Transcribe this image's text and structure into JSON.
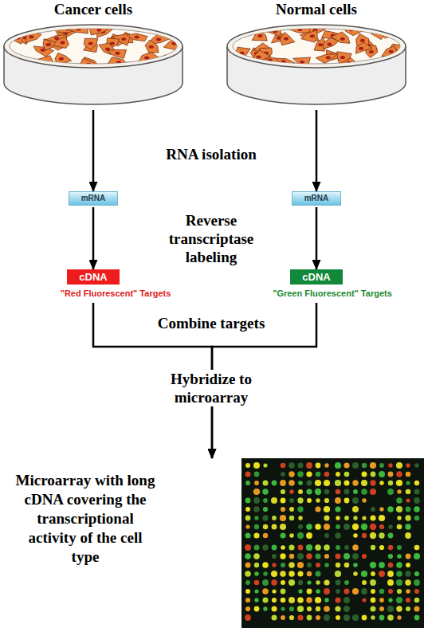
{
  "diagram": {
    "nodes": [
      {
        "text": [
          "Cancer cells"
        ]
      },
      {
        "text": [
          "Normal cells"
        ]
      },
      {
        "text": [
          "mRNA"
        ]
      },
      {
        "text": [
          "mRNA"
        ]
      },
      {
        "text": [
          "cDNA",
          "\"Red Fluorescent\" Targets"
        ]
      },
      {
        "text": [
          "cDNA",
          "\"Green Fluorescent\" Targets"
        ]
      },
      {
        "text": [
          "Microarray with long cDNA covering the transcriptional activity of the cell type"
        ]
      }
    ],
    "edges": [
      {
        "from": 0,
        "to": 2,
        "arrow": "to"
      },
      {
        "from": 1,
        "to": 3,
        "arrow": "to"
      },
      {
        "from": 2,
        "to": 4,
        "arrow": "to"
      },
      {
        "from": 3,
        "to": 5,
        "arrow": "to"
      },
      {
        "from": 4,
        "to": 6,
        "arrow": "to"
      },
      {
        "from": 5,
        "to": 6,
        "arrow": "to"
      }
    ],
    "labels": [
      "RNA isolation",
      "Reverse transcriptase labeling",
      "Combine targets",
      "Hybridize to microarray"
    ]
  }
}
